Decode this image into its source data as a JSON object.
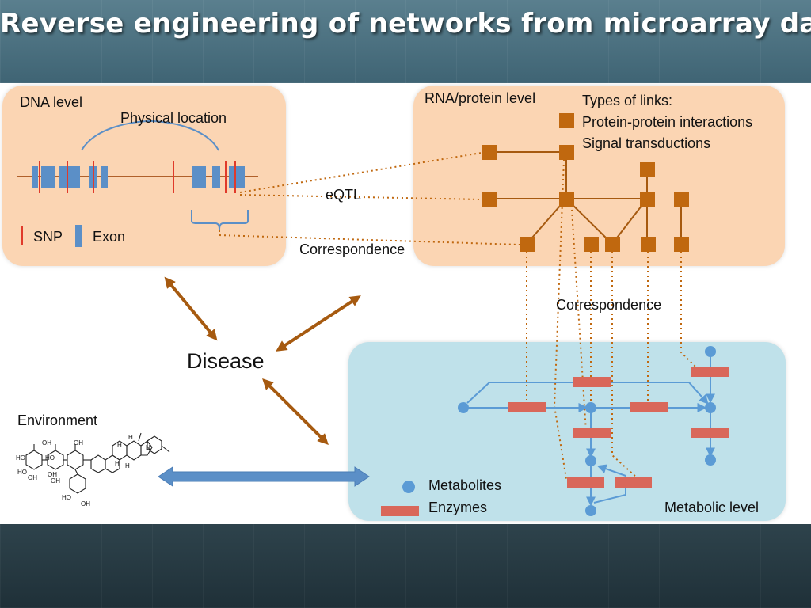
{
  "slide": {
    "title": "Reverse engineering of networks from microarray data"
  },
  "dna_panel": {
    "title": "DNA level",
    "physical_location": "Physical location",
    "legend_snp": "SNP",
    "legend_exon": "Exon"
  },
  "rna_panel": {
    "title": "RNA/protein level",
    "link_types_title": "Types of links:",
    "link_type_1": "Protein-protein interactions",
    "link_type_2": "Signal transductions"
  },
  "connections": {
    "eqtl": "eQTL",
    "correspondence_left": "Correspondence",
    "correspondence_middle": "Correspondence"
  },
  "center": {
    "disease": "Disease",
    "environment": "Environment",
    "molecule_atoms": [
      "OH",
      "HO",
      "HO",
      "OH",
      "OH",
      "HO",
      "OH",
      "OH",
      "HO",
      "OH",
      "H",
      "H",
      "H",
      "H",
      "N"
    ]
  },
  "metabolic_panel": {
    "legend_metabolites": "Metabolites",
    "legend_enzymes": "Enzymes",
    "title": "Metabolic level"
  },
  "colors": {
    "panel_orange": "#fbd5b3",
    "panel_blue": "#bfe1ea",
    "protein_node": "#c0680f",
    "enzyme": "#d9675a",
    "metabolite": "#5b9bd5",
    "arrow_brown": "#a65a10",
    "exon_blue": "#5b8fc7",
    "snp_red": "#e03a2a"
  }
}
